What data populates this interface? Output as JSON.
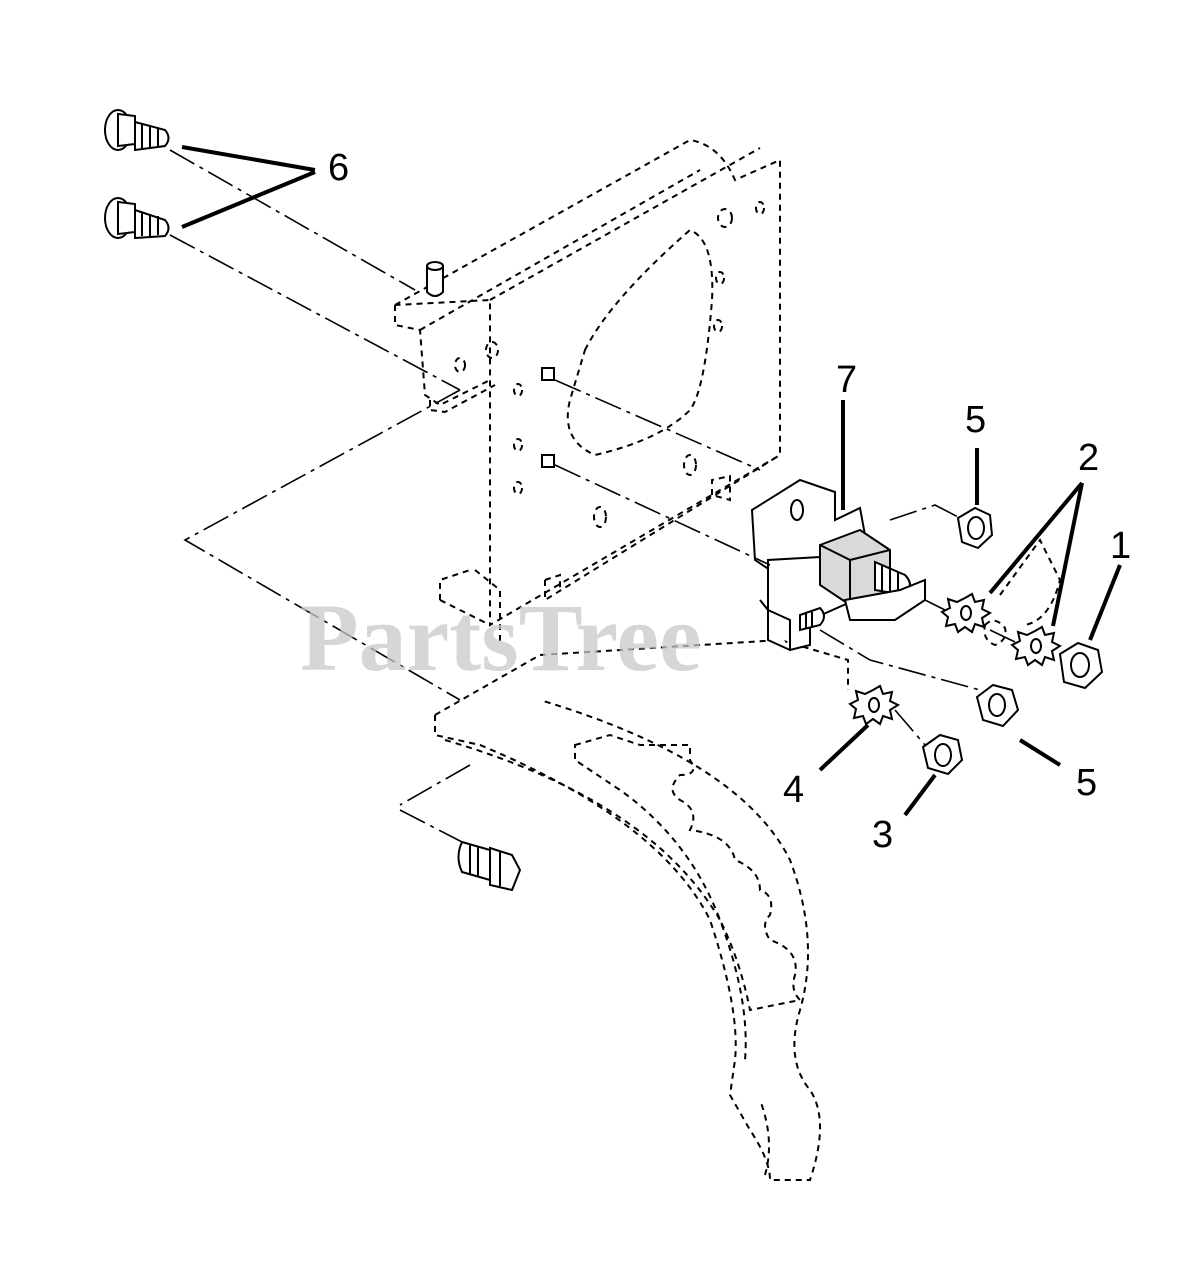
{
  "watermark": "PartsTree",
  "callouts": [
    {
      "id": "1",
      "label": "1"
    },
    {
      "id": "2",
      "label": "2"
    },
    {
      "id": "3",
      "label": "3"
    },
    {
      "id": "4",
      "label": "4"
    },
    {
      "id": "5a",
      "label": "5"
    },
    {
      "id": "5b",
      "label": "5"
    },
    {
      "id": "6",
      "label": "6"
    },
    {
      "id": "7",
      "label": "7"
    }
  ],
  "colors": {
    "line": "#000000",
    "background": "#ffffff",
    "watermark": "#c9c9c9"
  }
}
